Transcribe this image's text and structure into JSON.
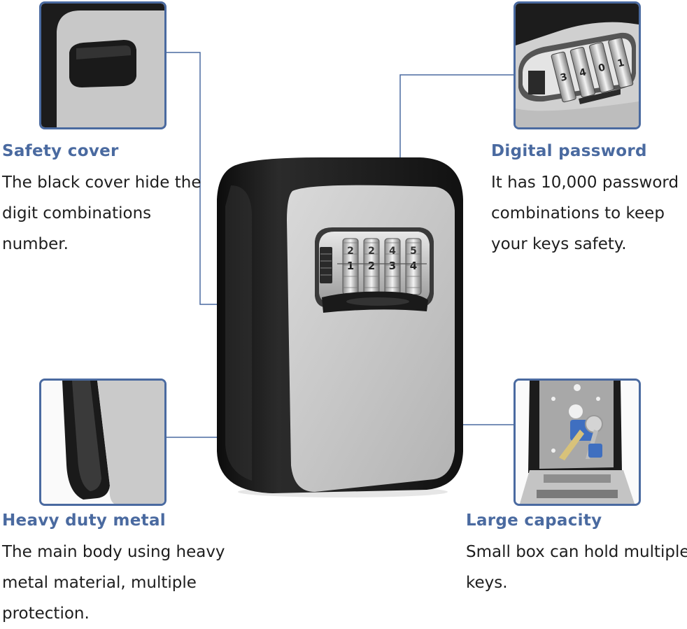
{
  "colors": {
    "accent": "#4a6aa0",
    "box_black": "#1a1a1a",
    "box_gray": "#c9c9c9"
  },
  "features": {
    "safety_cover": {
      "title": "Safety cover",
      "lines": [
        "The black cover hide the",
        "digit combinations",
        "number."
      ]
    },
    "digital_password": {
      "title": "Digital password",
      "lines": [
        "It has 10,000 password",
        "combinations to keep",
        "your keys safety."
      ]
    },
    "heavy_duty_metal": {
      "title": "Heavy duty metal",
      "lines": [
        "The main body using heavy",
        "metal material, multiple",
        "protection."
      ]
    },
    "large_capacity": {
      "title": "Large capacity",
      "lines": [
        "Small box can hold multiple",
        "keys."
      ]
    }
  },
  "lock": {
    "dials_main": [
      "2",
      "2",
      "4",
      "5"
    ],
    "dials_visible": [
      "1",
      "2",
      "3",
      "4"
    ],
    "dials_thumb": [
      "3",
      "4",
      "0",
      "1"
    ]
  }
}
